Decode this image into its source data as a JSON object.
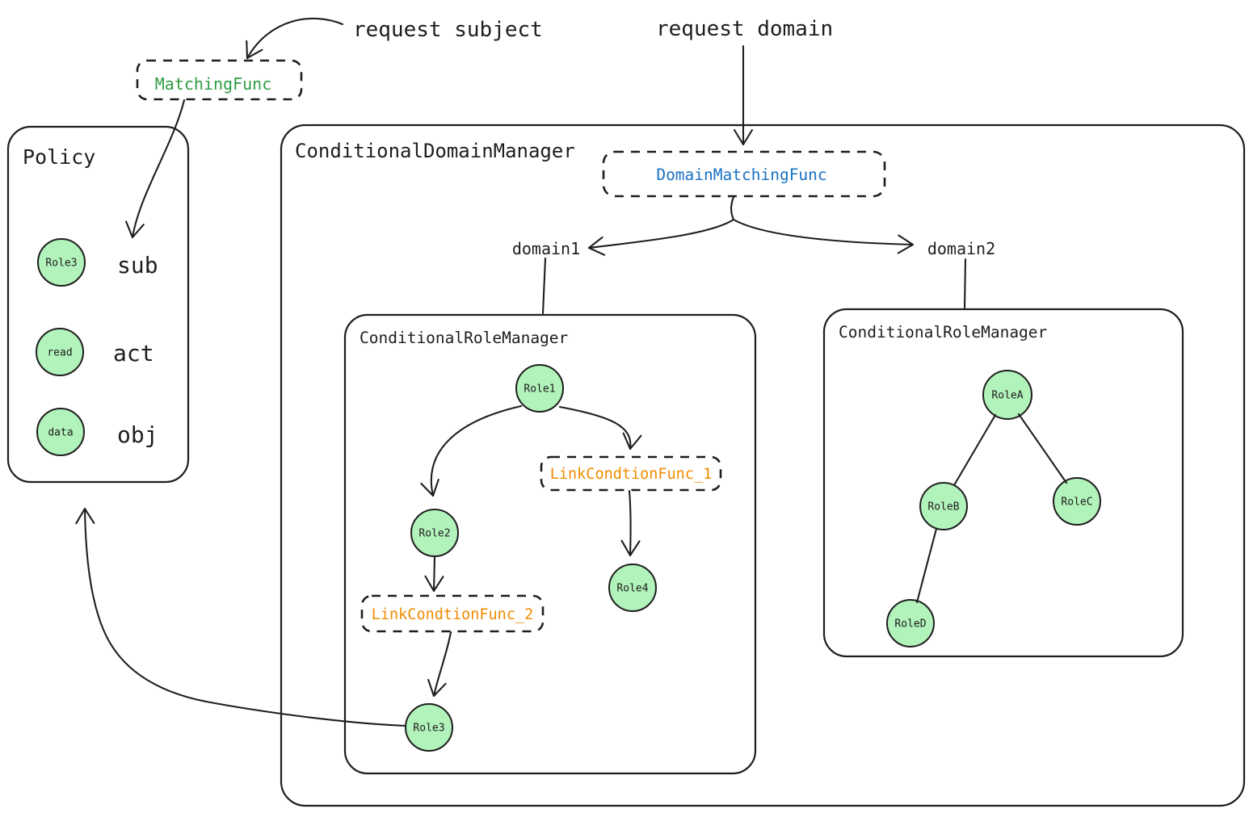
{
  "colors": {
    "stroke": "#1e1e1e",
    "node_fill": "#b2f2bb",
    "matching_func_text": "#2f9e44",
    "domain_matching_func_text": "#1971c2",
    "link_condition_func_text": "#f08c00"
  },
  "annotations": {
    "request_subject": "request subject",
    "request_domain": "request domain",
    "domain1": "domain1",
    "domain2": "domain2"
  },
  "matching_func": {
    "label": "MatchingFunc"
  },
  "policy": {
    "title": "Policy",
    "rows": [
      {
        "node": "Role3",
        "field": "sub"
      },
      {
        "node": "read",
        "field": "act"
      },
      {
        "node": "data",
        "field": "obj"
      }
    ]
  },
  "domain_manager": {
    "title": "ConditionalDomainManager",
    "domain_matching_func": "DomainMatchingFunc"
  },
  "role_manager_domain1": {
    "title": "ConditionalRoleManager",
    "link_funcs": [
      "LinkCondtionFunc_1",
      "LinkCondtionFunc_2"
    ],
    "nodes": {
      "role1": "Role1",
      "role2": "Role2",
      "role3": "Role3",
      "role4": "Role4"
    }
  },
  "role_manager_domain2": {
    "title": "ConditionalRoleManager",
    "nodes": {
      "roleA": "RoleA",
      "roleB": "RoleB",
      "roleC": "RoleC",
      "roleD": "RoleD"
    }
  }
}
